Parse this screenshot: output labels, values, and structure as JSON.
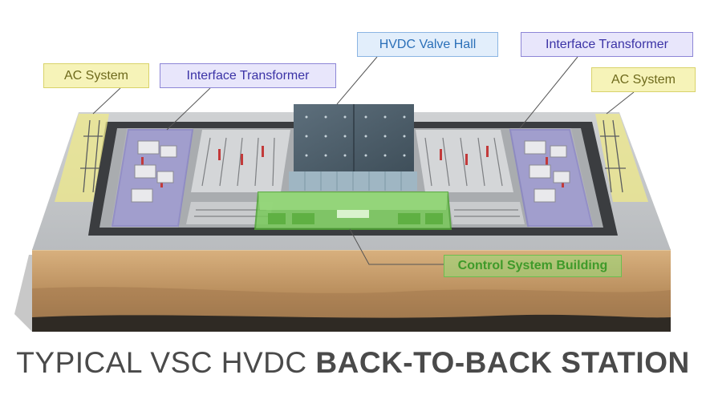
{
  "labels": {
    "ac_system_left": "AC System",
    "interface_transformer_left": "Interface Transformer",
    "hvdc_valve_hall": "HVDC Valve Hall",
    "interface_transformer_right": "Interface Transformer",
    "ac_system_right": "AC System",
    "control_system_building": "Control System Building"
  },
  "title": {
    "regular": "TYPICAL VSC HVDC ",
    "bold": "BACK-TO-BACK STATION"
  },
  "colors": {
    "ac_system": "#f6f3b8",
    "interface_transformer": "#e8e6fb",
    "valve_hall": "#e2eefb",
    "control_building": "#8fd46e",
    "soil": "#c9a070",
    "pad": "#bfc2c5"
  }
}
